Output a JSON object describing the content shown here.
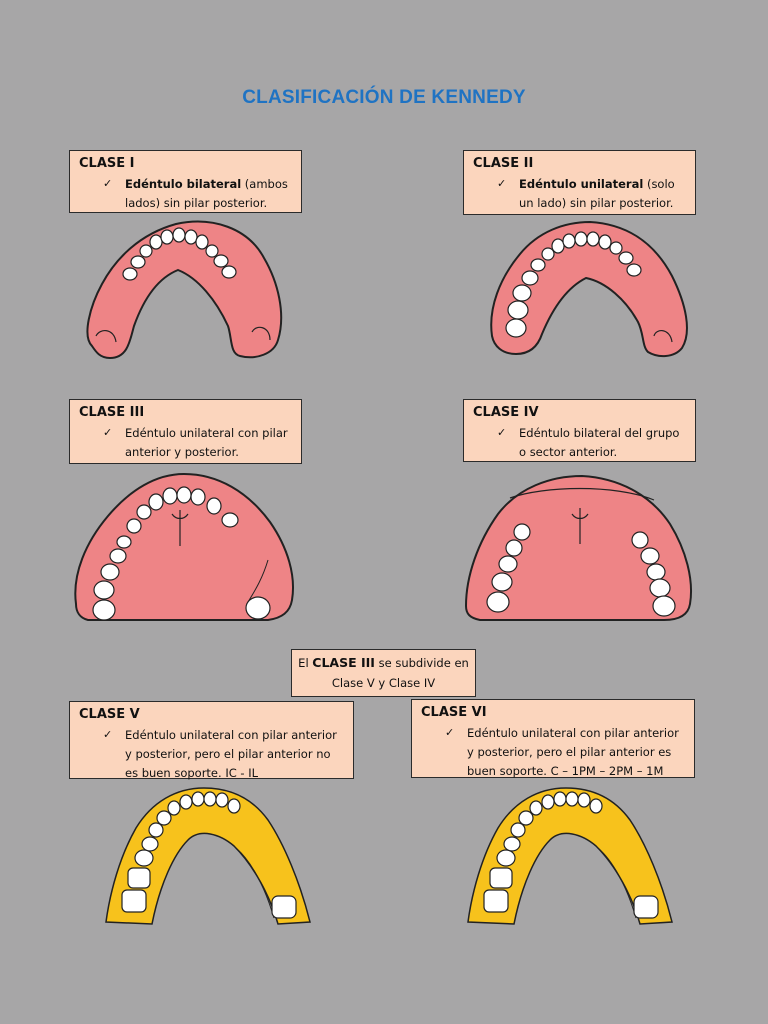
{
  "title": "CLASIFICACIÓN DE KENNEDY",
  "classes": [
    {
      "heading": "CLASE I",
      "bold": "Edéntulo bilateral",
      "rest": " (ambos lados) sin pilar posterior."
    },
    {
      "heading": "CLASE II",
      "bold": "Edéntulo unilateral",
      "rest": " (solo un lado) sin pilar posterior."
    },
    {
      "heading": "CLASE III",
      "bold": "",
      "rest": "Edéntulo unilateral con pilar anterior y posterior."
    },
    {
      "heading": "CLASE IV",
      "bold": "",
      "rest": "Edéntulo bilateral del grupo o sector anterior."
    },
    {
      "heading": "CLASE V",
      "bold": "",
      "rest": "Edéntulo unilateral con pilar anterior y posterior, pero el pilar anterior no es buen soporte. IC - IL"
    },
    {
      "heading": "CLASE VI",
      "bold": "",
      "rest": "Edéntulo unilateral con pilar anterior y posterior, pero el pilar anterior es buen soporte. C – 1PM – 2PM – 1M"
    }
  ],
  "note": {
    "prefix": "El ",
    "bold": "CLASE III",
    "suffix": " se subdivide en Clase V y Clase IV"
  },
  "colors": {
    "title": "#1f73c3",
    "box": "#fbd5bd",
    "gum_upper": "#ee8486",
    "gum_lower": "#f7c21c",
    "background": "#a7a6a7"
  }
}
